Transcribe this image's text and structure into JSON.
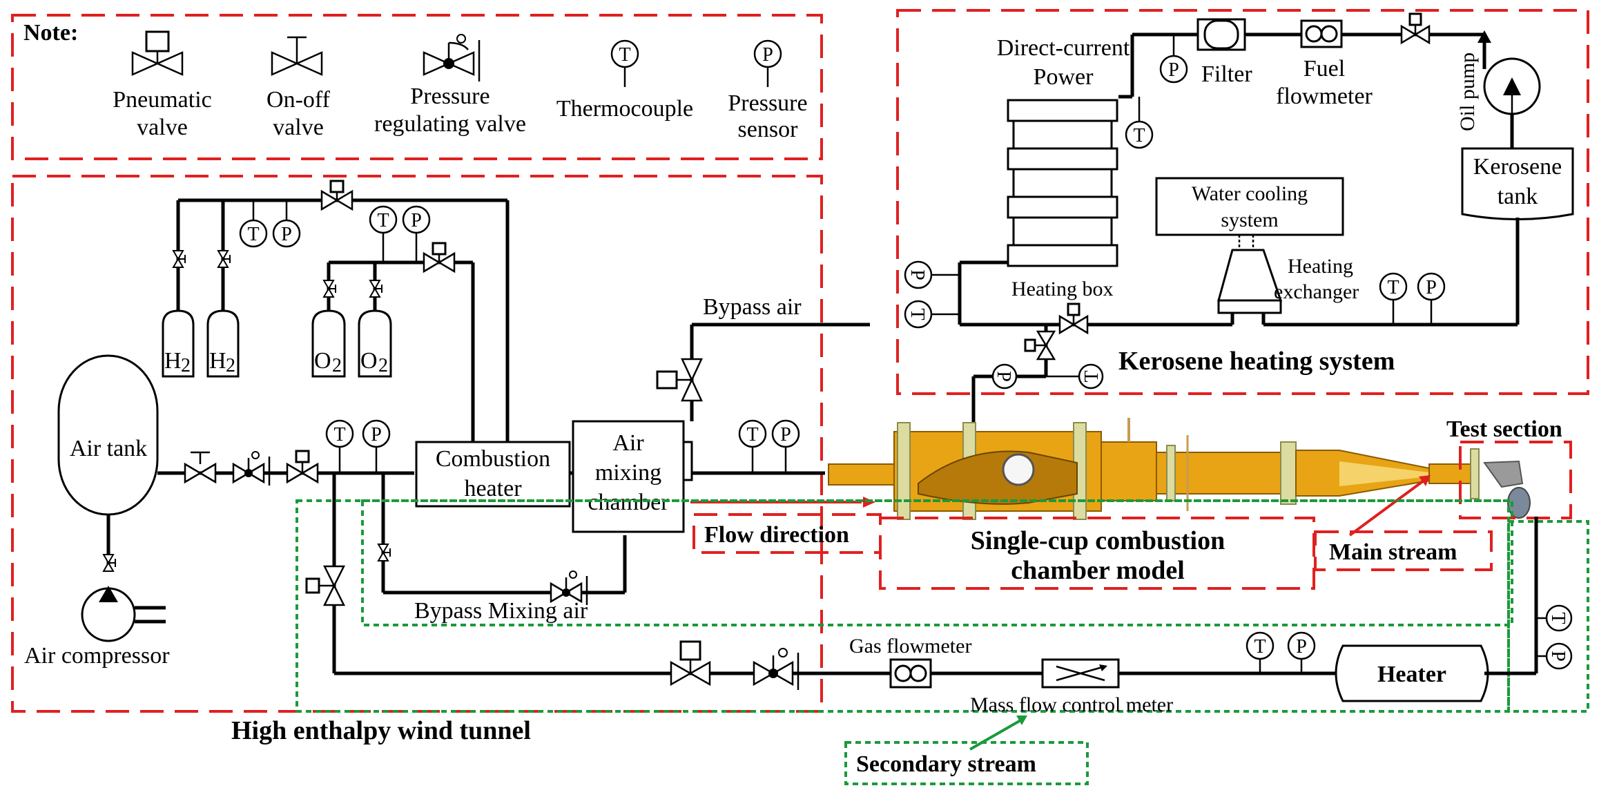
{
  "note": {
    "title": "Note:",
    "pneumatic_valve": [
      "Pneumatic",
      "valve"
    ],
    "onoff_valve": [
      "On-off",
      "valve"
    ],
    "pressure_regulating_valve": [
      "Pressure",
      "regulating valve"
    ],
    "thermocouple": "Thermocouple",
    "pressure_sensor": [
      "Pressure",
      "sensor"
    ]
  },
  "sensor_letters": {
    "temperature": "T",
    "pressure": "P"
  },
  "wind_tunnel": {
    "title": "High enthalpy wind tunnel",
    "air_tank": "Air tank",
    "air_compressor": "Air compressor",
    "h2": "H",
    "o2": "O",
    "subscript": "2",
    "combustion_heater": [
      "Combustion",
      "heater"
    ],
    "air_mixing_chamber": [
      "Air",
      "mixing",
      "chamber"
    ],
    "bypass_air": "Bypass air",
    "bypass_mixing_air": "Bypass Mixing air"
  },
  "kerosene": {
    "title": "Kerosene heating system",
    "dc_power": [
      "Direct-current",
      "Power"
    ],
    "filter": "Filter",
    "fuel_flowmeter": [
      "Fuel",
      "flowmeter"
    ],
    "oil_pump": "Oil pump",
    "kerosene_tank": [
      "Kerosene",
      "tank"
    ],
    "water_cooling": [
      "Water cooling",
      "system"
    ],
    "heating_box": "Heating box",
    "heating_exchanger": [
      "Heating",
      "exchanger"
    ]
  },
  "test": {
    "flow_direction": "Flow direction",
    "model": [
      "Single-cup combustion",
      "chamber model"
    ],
    "test_section": "Test section",
    "main_stream": "Main stream",
    "secondary_stream": "Secondary stream",
    "gas_flowmeter": "Gas flowmeter",
    "mass_flow_control_meter": "Mass flow control meter",
    "heater": "Heater"
  },
  "colors": {
    "red_dash": "#e02020",
    "green_dash": "#1a9a3a",
    "model_body": "#e8a414",
    "model_dark": "#b57a0a",
    "flange": "#dcdca0"
  }
}
